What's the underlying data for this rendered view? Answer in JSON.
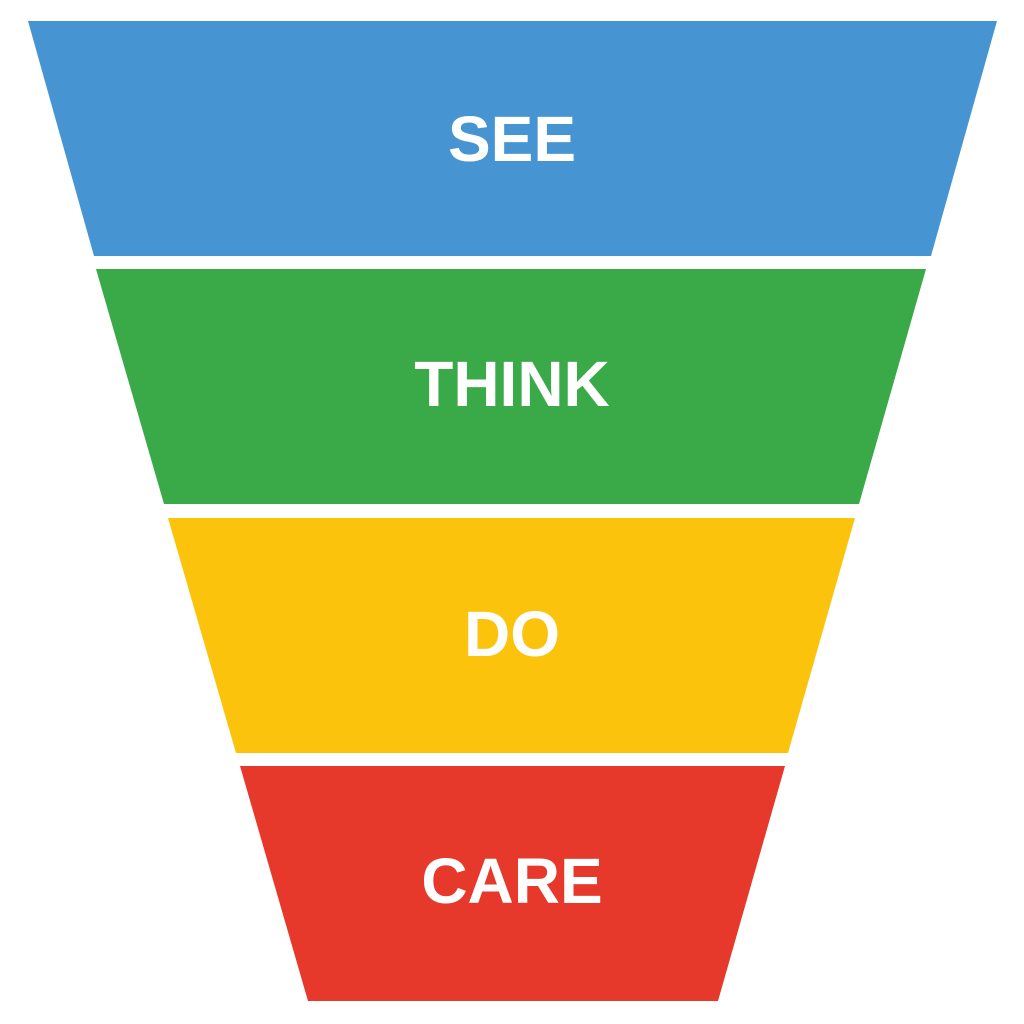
{
  "funnel": {
    "stages": [
      {
        "label": "SEE",
        "color": "#4695D2"
      },
      {
        "label": "THINK",
        "color": "#3AAA48"
      },
      {
        "label": "DO",
        "color": "#FBC30C"
      },
      {
        "label": "CARE",
        "color": "#E7392B"
      }
    ]
  }
}
